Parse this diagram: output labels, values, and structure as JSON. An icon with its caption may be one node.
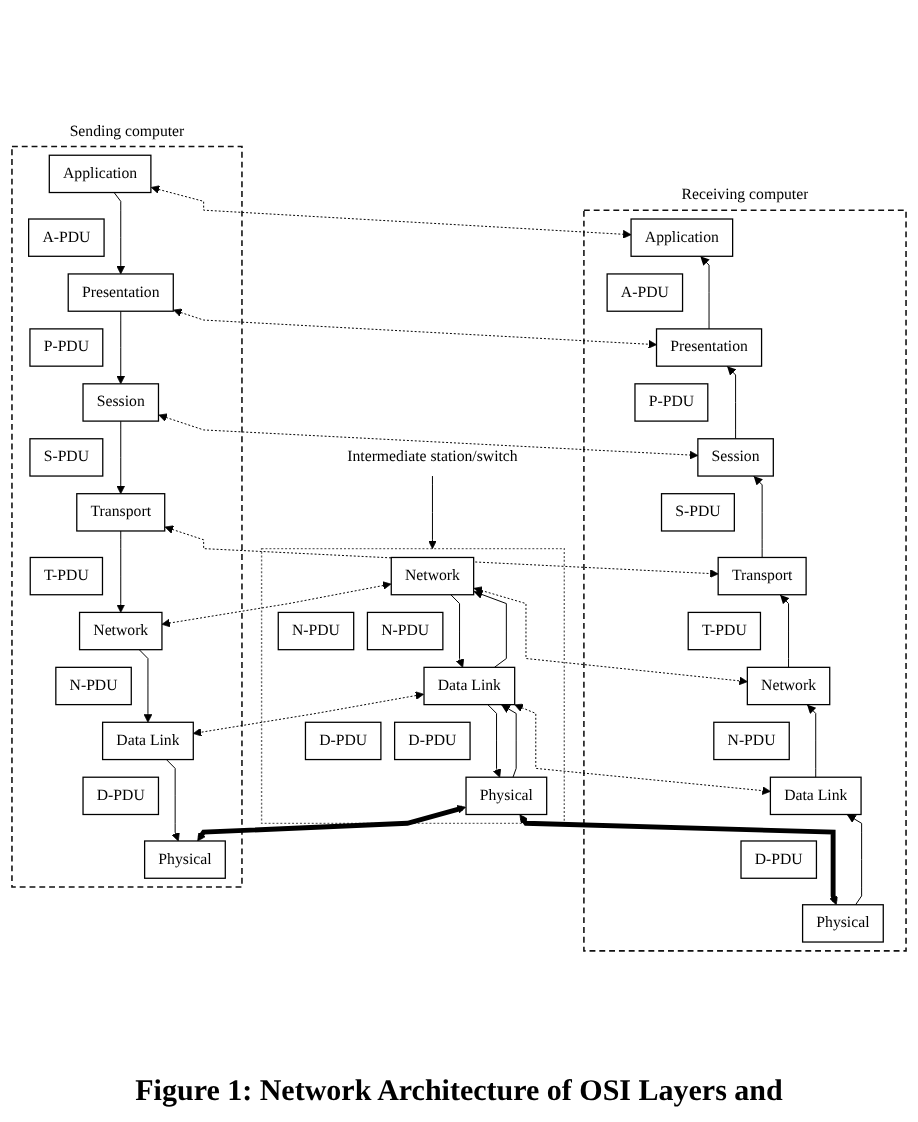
{
  "diagram": {
    "caption": "Figure 1: Network Architecture of OSI Layers and",
    "nodes": [
      {
        "text": [
          "Sending computer"
        ]
      },
      {
        "text": [
          "Application"
        ],
        "in": 0
      },
      {
        "text": [
          "A-PDU"
        ],
        "in": 0
      },
      {
        "text": [
          "Presentation"
        ],
        "in": 0
      },
      {
        "text": [
          "P-PDU"
        ],
        "in": 0
      },
      {
        "text": [
          "Session"
        ],
        "in": 0
      },
      {
        "text": [
          "S-PDU"
        ],
        "in": 0
      },
      {
        "text": [
          "Transport"
        ],
        "in": 0
      },
      {
        "text": [
          "T-PDU"
        ],
        "in": 0
      },
      {
        "text": [
          "Network"
        ],
        "in": 0
      },
      {
        "text": [
          "N-PDU"
        ],
        "in": 0
      },
      {
        "text": [
          "Data Link"
        ],
        "in": 0
      },
      {
        "text": [
          "D-PDU"
        ],
        "in": 0
      },
      {
        "text": [
          "Physical"
        ],
        "in": 0
      },
      {
        "text": [
          "Intermediate station/switch"
        ]
      },
      {
        "text": [],
        "shape": "box"
      },
      {
        "text": [
          "Network"
        ],
        "in": 15
      },
      {
        "text": [
          "N-PDU"
        ],
        "in": 15
      },
      {
        "text": [
          "N-PDU"
        ],
        "in": 15
      },
      {
        "text": [
          "Data Link"
        ],
        "in": 15
      },
      {
        "text": [
          "D-PDU"
        ],
        "in": 15
      },
      {
        "text": [
          "D-PDU"
        ],
        "in": 15
      },
      {
        "text": [
          "Physical"
        ],
        "in": 15
      },
      {
        "text": [
          "Receiving computer"
        ]
      },
      {
        "text": [
          "Application"
        ],
        "in": 23
      },
      {
        "text": [
          "A-PDU"
        ],
        "in": 23
      },
      {
        "text": [
          "Presentation"
        ],
        "in": 23
      },
      {
        "text": [
          "P-PDU"
        ],
        "in": 23
      },
      {
        "text": [
          "Session"
        ],
        "in": 23
      },
      {
        "text": [
          "S-PDU"
        ],
        "in": 23
      },
      {
        "text": [
          "Transport"
        ],
        "in": 23
      },
      {
        "text": [
          "T-PDU"
        ],
        "in": 23
      },
      {
        "text": [
          "Network"
        ],
        "in": 23
      },
      {
        "text": [
          "N-PDU"
        ],
        "in": 23
      },
      {
        "text": [
          "Data Link"
        ],
        "in": 23
      },
      {
        "text": [
          "D-PDU"
        ],
        "in": 23
      },
      {
        "text": [
          "Physical"
        ],
        "in": 23
      }
    ],
    "edges": [
      {
        "from": 1,
        "to": 3,
        "arrow": "to"
      },
      {
        "from": 3,
        "to": 5,
        "arrow": "to"
      },
      {
        "from": 5,
        "to": 7,
        "arrow": "to"
      },
      {
        "from": 7,
        "to": 9,
        "arrow": "to"
      },
      {
        "from": 9,
        "to": 11,
        "arrow": "to"
      },
      {
        "from": 11,
        "to": 13,
        "arrow": "to"
      },
      {
        "from": 1,
        "to": 24,
        "arrow": "both",
        "style": "dashed"
      },
      {
        "from": 3,
        "to": 26,
        "arrow": "both",
        "style": "dashed"
      },
      {
        "from": 5,
        "to": 28,
        "arrow": "both",
        "style": "dashed"
      },
      {
        "from": 7,
        "to": 30,
        "arrow": "both",
        "style": "dashed"
      },
      {
        "from": 14,
        "to": 15,
        "arrow": "to"
      },
      {
        "from": 16,
        "to": 9,
        "arrow": "both",
        "style": "dashed"
      },
      {
        "from": 16,
        "to": 32,
        "arrow": "both",
        "style": "dashed"
      },
      {
        "from": 16,
        "to": 19,
        "arrow": "to"
      },
      {
        "from": 19,
        "to": 16,
        "arrow": "to"
      },
      {
        "from": 19,
        "to": 11,
        "arrow": "both",
        "style": "dashed"
      },
      {
        "from": 19,
        "to": 34,
        "arrow": "both",
        "style": "dashed"
      },
      {
        "from": 19,
        "to": 22,
        "arrow": "to"
      },
      {
        "from": 22,
        "to": 19,
        "arrow": "to"
      },
      {
        "from": 22,
        "to": 13,
        "arrow": "both",
        "style": "thick"
      },
      {
        "from": 22,
        "to": 36,
        "arrow": "both",
        "style": "thick"
      },
      {
        "from": 36,
        "to": 34,
        "arrow": "to"
      },
      {
        "from": 34,
        "to": 32,
        "arrow": "to"
      },
      {
        "from": 32,
        "to": 30,
        "arrow": "to"
      },
      {
        "from": 30,
        "to": 28,
        "arrow": "to"
      },
      {
        "from": 28,
        "to": 26,
        "arrow": "to"
      },
      {
        "from": 26,
        "to": 24,
        "arrow": "to"
      }
    ]
  }
}
